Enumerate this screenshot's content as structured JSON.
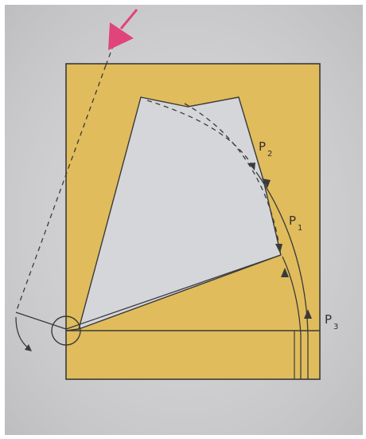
{
  "labels": {
    "p2": {
      "main": "P",
      "sub": "2"
    },
    "p1": {
      "main": "P",
      "sub": "1"
    },
    "p3": {
      "main": "P",
      "sub": "3"
    }
  },
  "colors": {
    "page_paper": "#d3d3d6",
    "folded_sheet": "#e0bc5c",
    "white_panel": "#d5d6da",
    "ink": "#3a3a3a",
    "arrow_accent": "#e0447a"
  },
  "icons": {
    "top_arrow": "pink-arrow-icon",
    "rotation_arrow": "curved-rotation-arrow-icon",
    "pivot": "pivot-circle-icon"
  }
}
